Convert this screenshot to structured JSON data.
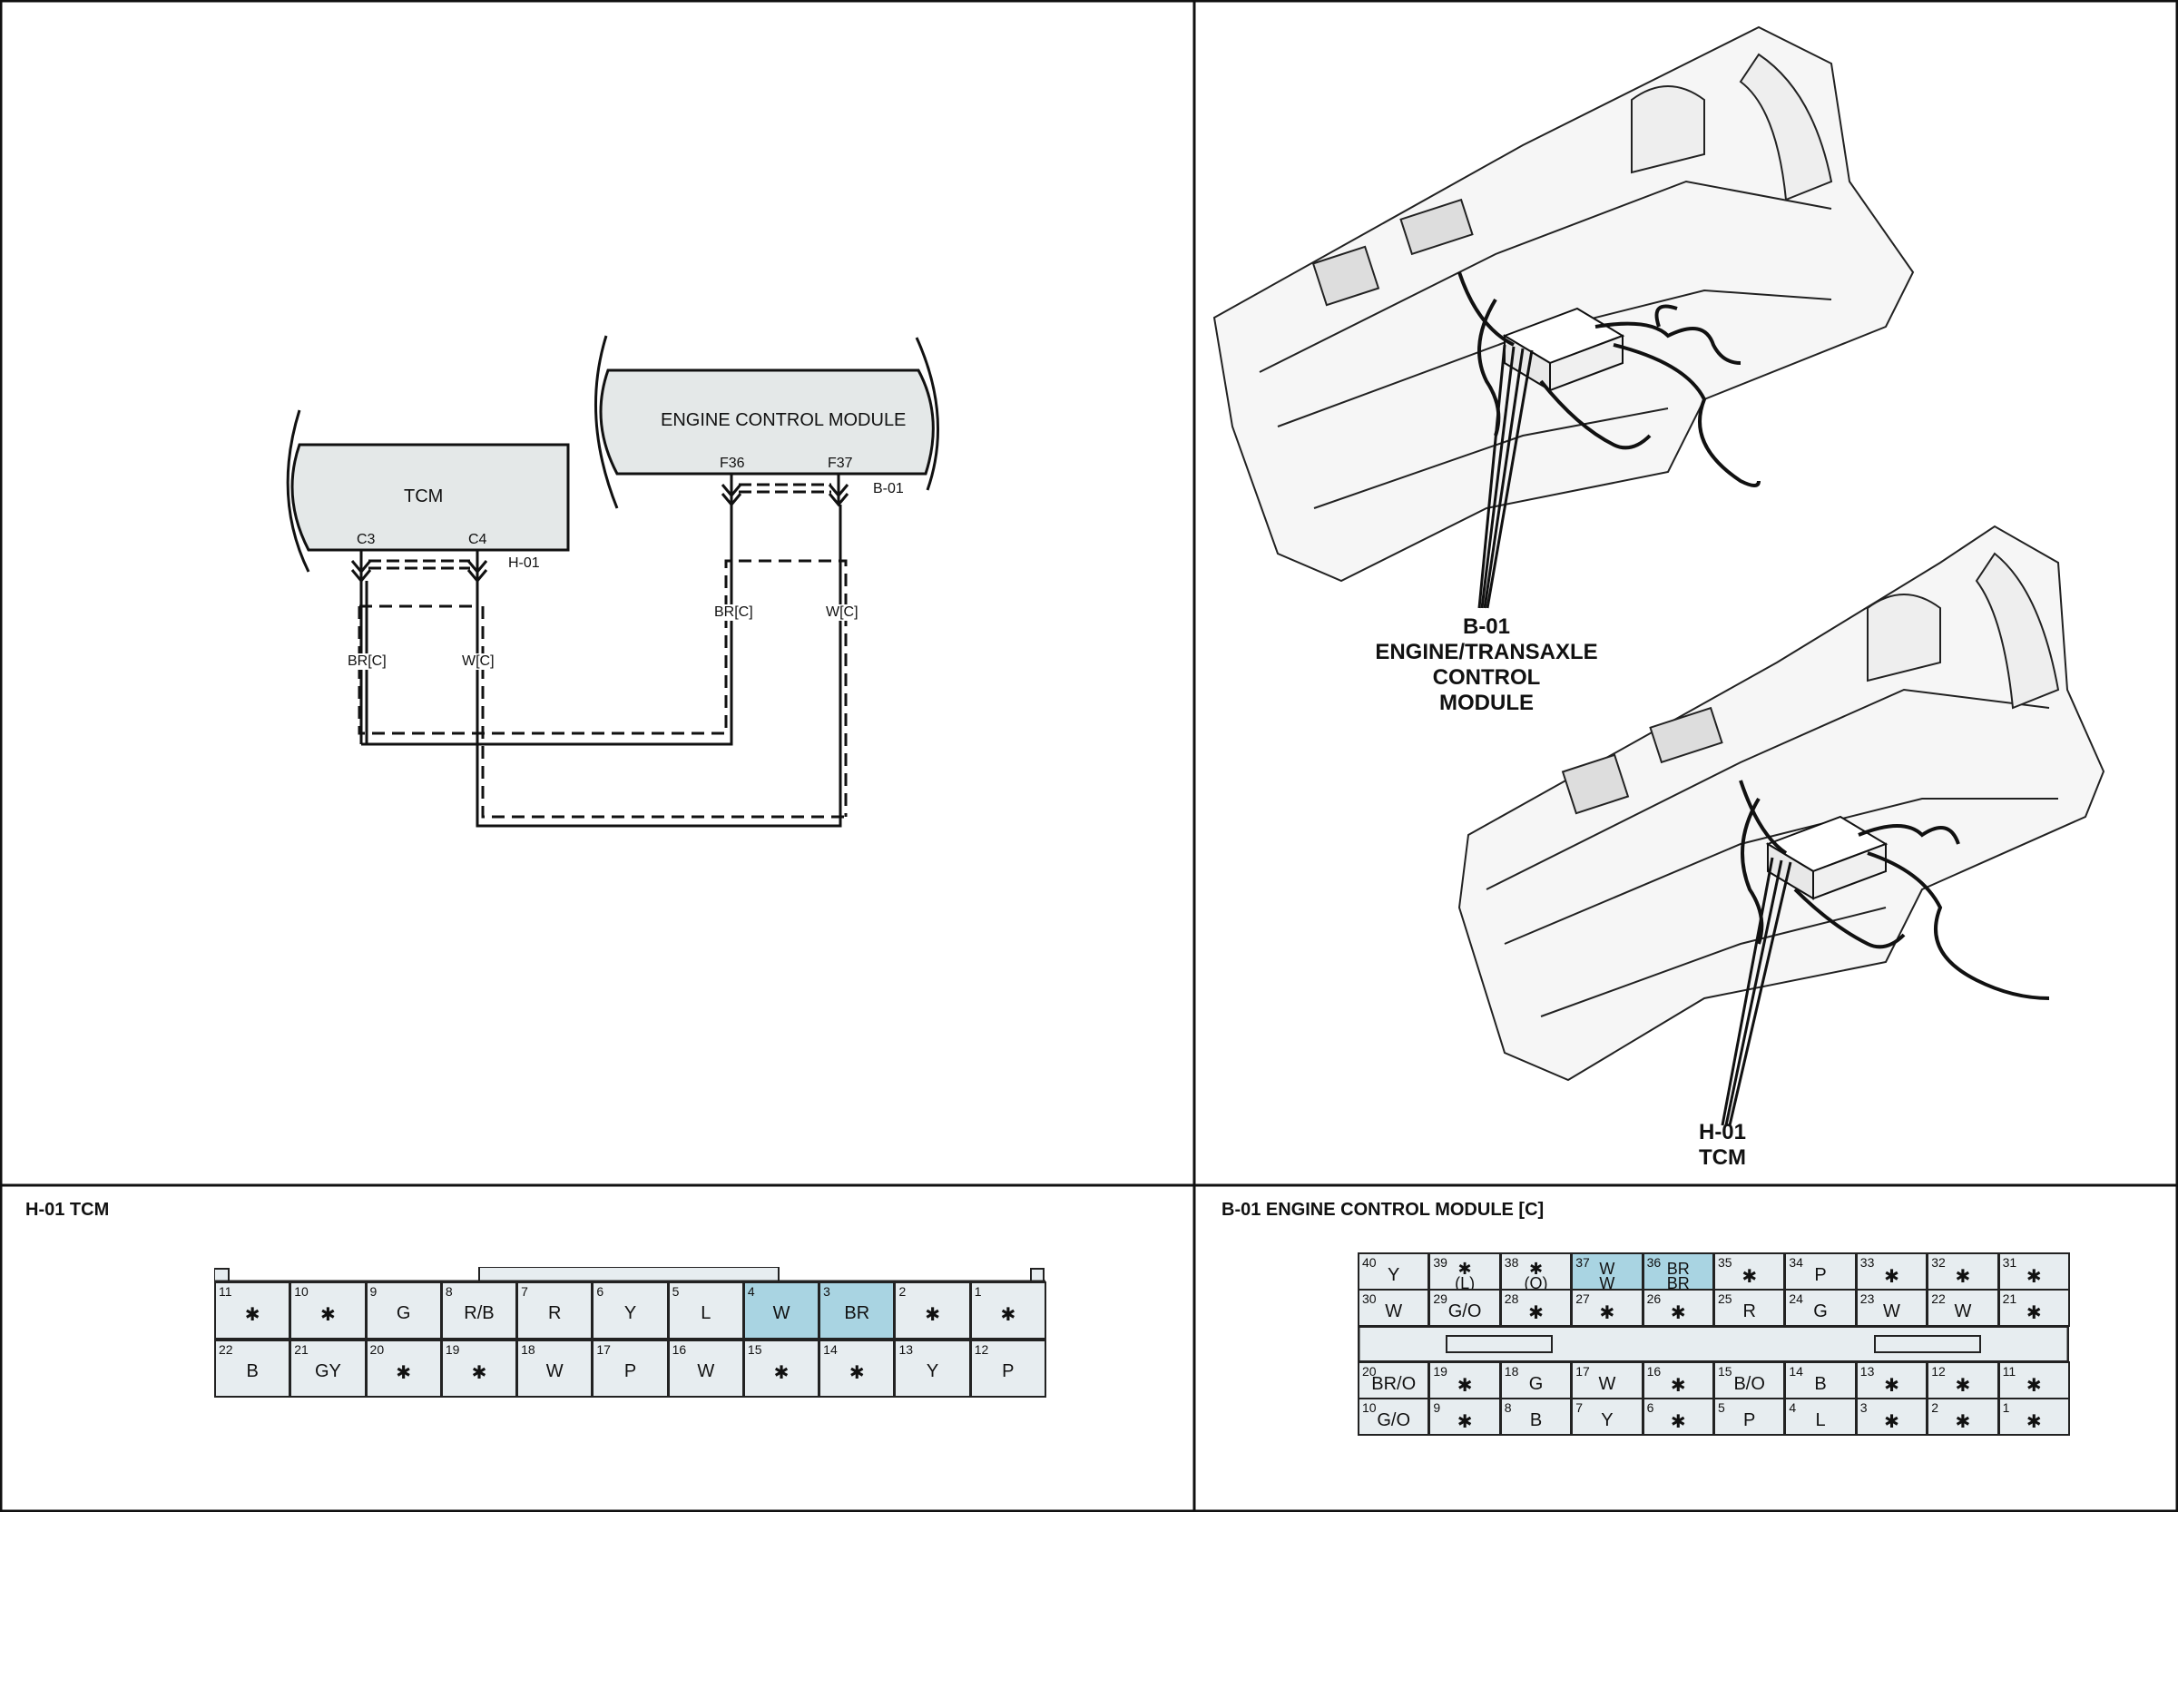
{
  "schematic": {
    "tcm_label": "TCM",
    "ecm_label": "ENGINE CONTROL MODULE",
    "tcm_pin_left": "C3",
    "tcm_pin_right": "C4",
    "tcm_connector": "H-01",
    "ecm_pin_left": "F36",
    "ecm_pin_right": "F37",
    "ecm_connector": "B-01",
    "wire_br_left": "BR[C]",
    "wire_w_left": "W[C]",
    "wire_br_right": "BR[C]",
    "wire_w_right": "W[C]"
  },
  "locator": {
    "callout_b01_lines": [
      "B-01",
      "ENGINE/TRANSAXLE",
      "CONTROL",
      "MODULE"
    ],
    "callout_h01_lines": [
      "H-01",
      "TCM"
    ]
  },
  "tcm_connector": {
    "title": "H-01 TCM",
    "top_row": [
      {
        "num": "11",
        "color": "✱"
      },
      {
        "num": "10",
        "color": "✱"
      },
      {
        "num": "9",
        "color": "G"
      },
      {
        "num": "8",
        "color": "R/B"
      },
      {
        "num": "7",
        "color": "R"
      },
      {
        "num": "6",
        "color": "Y"
      },
      {
        "num": "5",
        "color": "L"
      },
      {
        "num": "4",
        "color": "W",
        "highlight": true
      },
      {
        "num": "3",
        "color": "BR",
        "highlight": true
      },
      {
        "num": "2",
        "color": "✱"
      },
      {
        "num": "1",
        "color": "✱"
      }
    ],
    "bottom_row": [
      {
        "num": "22",
        "color": "B"
      },
      {
        "num": "21",
        "color": "GY"
      },
      {
        "num": "20",
        "color": "✱"
      },
      {
        "num": "19",
        "color": "✱"
      },
      {
        "num": "18",
        "color": "W"
      },
      {
        "num": "17",
        "color": "P"
      },
      {
        "num": "16",
        "color": "W"
      },
      {
        "num": "15",
        "color": "✱"
      },
      {
        "num": "14",
        "color": "✱"
      },
      {
        "num": "13",
        "color": "Y"
      },
      {
        "num": "12",
        "color": "P"
      }
    ]
  },
  "ecm_connector": {
    "title": "B-01 ENGINE CONTROL MODULE [C]",
    "row1": [
      {
        "num": "40",
        "color": "Y"
      },
      {
        "num": "39",
        "color": "✱",
        "sub": "(L)"
      },
      {
        "num": "38",
        "color": "✱",
        "sub": "(O)"
      },
      {
        "num": "37",
        "color": "W",
        "sub": "W",
        "highlight": true
      },
      {
        "num": "36",
        "color": "BR",
        "sub": "BR",
        "highlight": true
      },
      {
        "num": "35",
        "color": "✱"
      },
      {
        "num": "34",
        "color": "P"
      },
      {
        "num": "33",
        "color": "✱"
      },
      {
        "num": "32",
        "color": "✱"
      },
      {
        "num": "31",
        "color": "✱"
      }
    ],
    "row2": [
      {
        "num": "30",
        "color": "W"
      },
      {
        "num": "29",
        "color": "G/O"
      },
      {
        "num": "28",
        "color": "✱"
      },
      {
        "num": "27",
        "color": "✱"
      },
      {
        "num": "26",
        "color": "✱"
      },
      {
        "num": "25",
        "color": "R"
      },
      {
        "num": "24",
        "color": "G"
      },
      {
        "num": "23",
        "color": "W"
      },
      {
        "num": "22",
        "color": "W"
      },
      {
        "num": "21",
        "color": "✱"
      }
    ],
    "row3": [
      {
        "num": "20",
        "color": "BR/O"
      },
      {
        "num": "19",
        "color": "✱"
      },
      {
        "num": "18",
        "color": "G"
      },
      {
        "num": "17",
        "color": "W"
      },
      {
        "num": "16",
        "color": "✱"
      },
      {
        "num": "15",
        "color": "B/O"
      },
      {
        "num": "14",
        "color": "B"
      },
      {
        "num": "13",
        "color": "✱"
      },
      {
        "num": "12",
        "color": "✱"
      },
      {
        "num": "11",
        "color": "✱"
      }
    ],
    "row4": [
      {
        "num": "10",
        "color": "G/O"
      },
      {
        "num": "9",
        "color": "✱"
      },
      {
        "num": "8",
        "color": "B"
      },
      {
        "num": "7",
        "color": "Y"
      },
      {
        "num": "6",
        "color": "✱"
      },
      {
        "num": "5",
        "color": "P"
      },
      {
        "num": "4",
        "color": "L"
      },
      {
        "num": "3",
        "color": "✱"
      },
      {
        "num": "2",
        "color": "✱"
      },
      {
        "num": "1",
        "color": "✱"
      }
    ]
  },
  "colors": {
    "module_fill": "#e4e8e8",
    "pin_fill": "#e7edf0",
    "highlight": "#a9d4e2"
  }
}
